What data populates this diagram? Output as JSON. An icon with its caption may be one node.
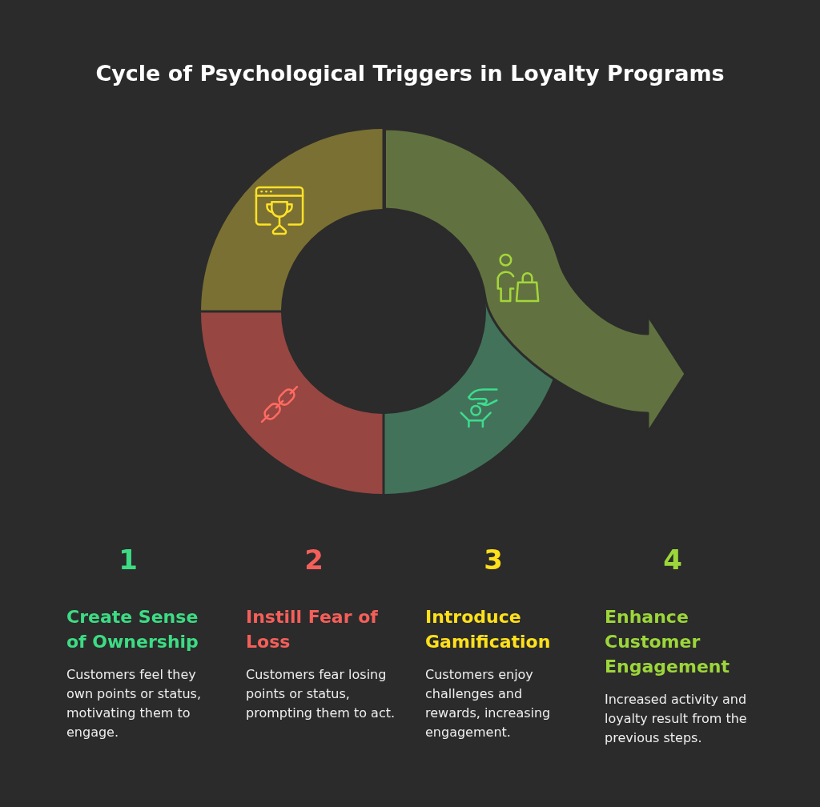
{
  "diagram": {
    "title": "Cycle of Psychological Triggers in Loyalty Programs",
    "labels": [
      "1",
      "Create Sense of Ownership",
      "Customers feel they own points or status, motivating them to engage.",
      "2",
      "Instill Fear of Loss",
      "Customers fear losing points or status, prompting them to act.",
      "3",
      "Introduce Gamification",
      "Customers enjoy challenges and rewards, increasing engagement.",
      "4",
      "Enhance Customer Engagement",
      "Increased activity and loyalty result from the previous steps."
    ]
  }
}
